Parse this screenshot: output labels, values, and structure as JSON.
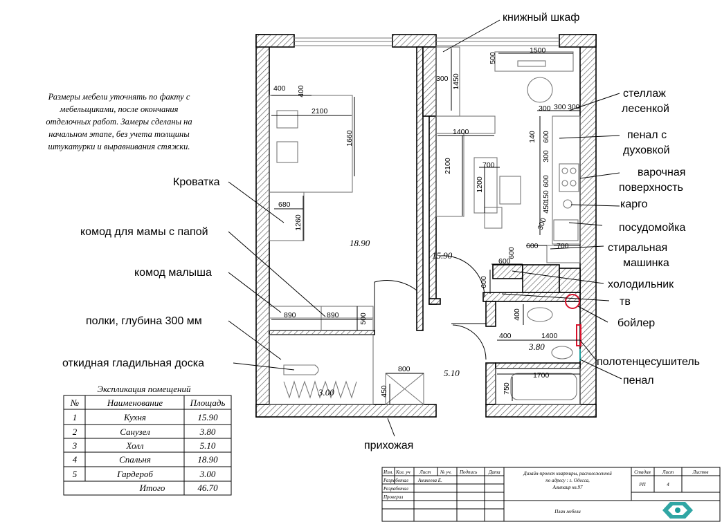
{
  "note": [
    "Размеры мебели уточнять по факту с",
    "мебельщиками, после окончания",
    "отделочных работ. Замеры сделаны на",
    "начальном этапе, без учета толщины",
    "штукатурки и выравнивания стяжки."
  ],
  "labels": {
    "bookcase": "книжный шкаф",
    "shelf_ladder_1": "стеллаж",
    "shelf_ladder_2": "лесенкой",
    "oven_1": "пенал с",
    "oven_2": "духовкой",
    "hob_1": "варочная",
    "hob_2": "поверхность",
    "cargo": "карго",
    "dishwasher": "посудомойка",
    "washer_1": "стиральная",
    "washer_2": "машинка",
    "fridge": "холодильник",
    "tv": "тв",
    "boiler": "бойлер",
    "towel": "полотенцесушитель",
    "penal": "пенал",
    "crib": "Кроватка",
    "parents_dresser": "комод для мамы с папой",
    "baby_dresser": "комод малыша",
    "shelves": "полки, глубина 300 мм",
    "ironing": "откидная гладильная доска",
    "hallway": "прихожая"
  },
  "areas": {
    "bedroom": "18.90",
    "kitchen": "15.90",
    "bath": "3.80",
    "hall": "5.10",
    "wardrobe": "3.00"
  },
  "dims": {
    "d400a": "400",
    "d400b": "400",
    "d2100a": "2100",
    "d1660": "1660",
    "d680": "680",
    "d1260": "1260",
    "d890a": "890",
    "d890b": "890",
    "d500a": "500",
    "d800": "800",
    "d450a": "450",
    "d300a": "300",
    "d1450": "1450",
    "d500b": "500",
    "d1500": "1500",
    "d300b": "300",
    "d300c": "300",
    "d300d": "300",
    "d1400a": "1400",
    "d2100b": "2100",
    "d700a": "700",
    "d1200": "1200",
    "d140": "140",
    "d600a": "600",
    "d300e": "300",
    "d600b": "600",
    "d150": "150",
    "d450b": "450",
    "d300f": "300",
    "d600c": "600",
    "d700b": "700",
    "d600d": "600",
    "d600e": "600",
    "d400c": "400",
    "d400d": "400",
    "d1400b": "1400",
    "d1700": "1700",
    "d750": "750"
  },
  "explication": {
    "title": "Экспликация помещений",
    "headers": [
      "№",
      "Наименование",
      "Площадь"
    ],
    "rows": [
      {
        "n": "1",
        "name": "Кухня",
        "area": "15.90"
      },
      {
        "n": "2",
        "name": "Санузел",
        "area": "3.80"
      },
      {
        "n": "3",
        "name": "Холл",
        "area": "5.10"
      },
      {
        "n": "4",
        "name": "Спальня",
        "area": "18.90"
      },
      {
        "n": "5",
        "name": "Гардероб",
        "area": "3.00"
      }
    ],
    "total_label": "Итого",
    "total": "46.70"
  },
  "stamp": {
    "h1": "Изм.",
    "h2": "Кол. уч",
    "h3": "Лист",
    "h4": "№ уч.",
    "h5": "Подпись",
    "h6": "Дата",
    "r1": "Разработал",
    "r1v": "Аникеева Е.",
    "r2": "Разработал",
    "r3": "Проверил",
    "project_1": "Дизайн-проект квартиры, расположенной",
    "project_2": "по адресу : г. Одесса,",
    "project_3": "Альтаир кв.97",
    "sheet_title": "План мебели",
    "stage_h": "Стадия",
    "sheet_h": "Лист",
    "sheets_h": "Листов",
    "stage": "РП",
    "sheet": "4"
  },
  "colors": {
    "marker": "#d8102a",
    "accent": "#1a9c9a"
  }
}
